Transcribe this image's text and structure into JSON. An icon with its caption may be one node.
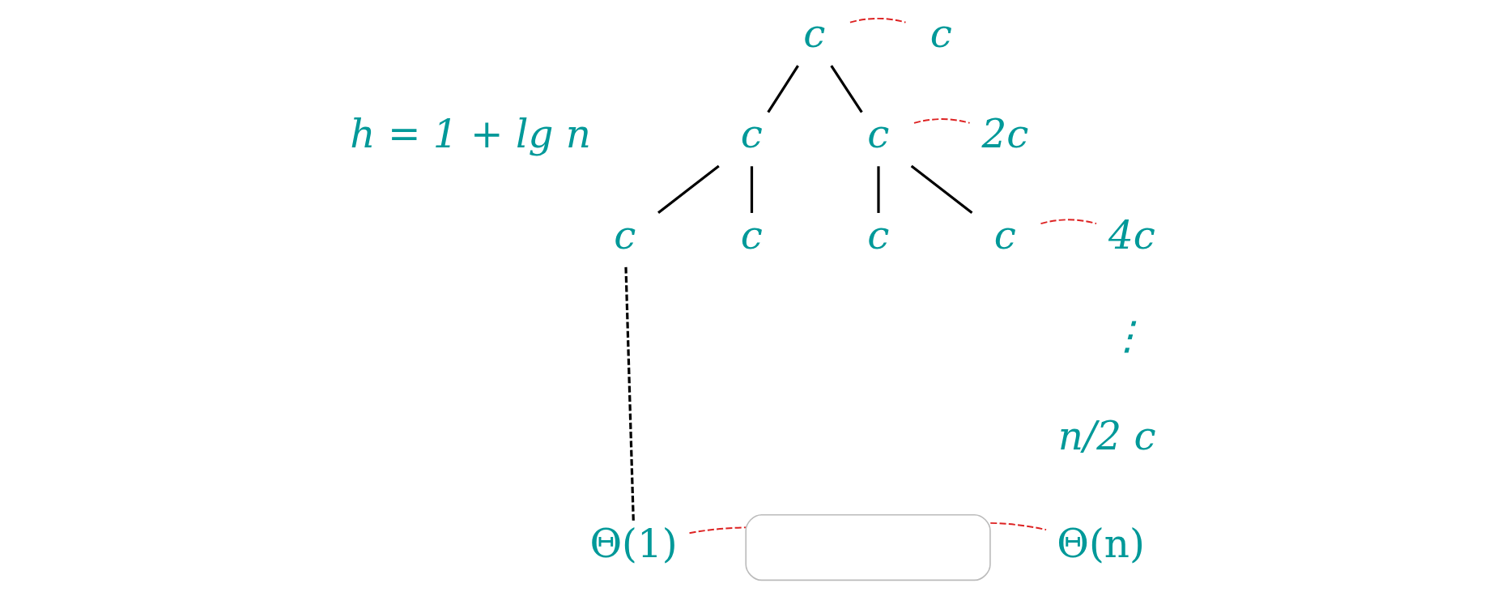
{
  "diagram": {
    "nodes": [
      {
        "text": [
          "c"
        ]
      },
      {
        "text": [
          "c"
        ]
      },
      {
        "text": [
          "c"
        ]
      },
      {
        "text": [
          "c"
        ]
      },
      {
        "text": [
          "2c"
        ]
      },
      {
        "text": [
          "c"
        ]
      },
      {
        "text": [
          "c"
        ]
      },
      {
        "text": [
          "c"
        ]
      },
      {
        "text": [
          "c"
        ]
      },
      {
        "text": [
          "4c"
        ]
      },
      {
        "text": [
          "Θ(1)"
        ]
      },
      {
        "text": [],
        "shape": "box"
      },
      {
        "text": [
          "Θ(n)"
        ]
      }
    ],
    "edges": [
      {
        "from": 0,
        "to": 2,
        "arrow": "none"
      },
      {
        "from": 0,
        "to": 3,
        "arrow": "none"
      },
      {
        "from": 2,
        "to": 5,
        "arrow": "none"
      },
      {
        "from": 2,
        "to": 6,
        "arrow": "none"
      },
      {
        "from": 3,
        "to": 7,
        "arrow": "none"
      },
      {
        "from": 3,
        "to": 8,
        "arrow": "none"
      },
      {
        "from": 5,
        "to": 10,
        "arrow": "none",
        "style": "dashed"
      },
      {
        "from": 0,
        "to": 1,
        "arrow": "none",
        "style": "dashed",
        "color": "#dd2222"
      },
      {
        "from": 3,
        "to": 4,
        "arrow": "none",
        "style": "dashed",
        "color": "#dd2222"
      },
      {
        "from": 8,
        "to": 9,
        "arrow": "none",
        "style": "dashed",
        "color": "#dd2222"
      },
      {
        "from": 10,
        "to": 11,
        "arrow": "none",
        "style": "dashed",
        "color": "#dd2222"
      },
      {
        "from": 11,
        "to": 12,
        "arrow": "none",
        "style": "dashed",
        "color": "#dd2222"
      }
    ],
    "labels": [
      "h = 1 + lg n",
      "⋮",
      "n/2 c"
    ]
  }
}
